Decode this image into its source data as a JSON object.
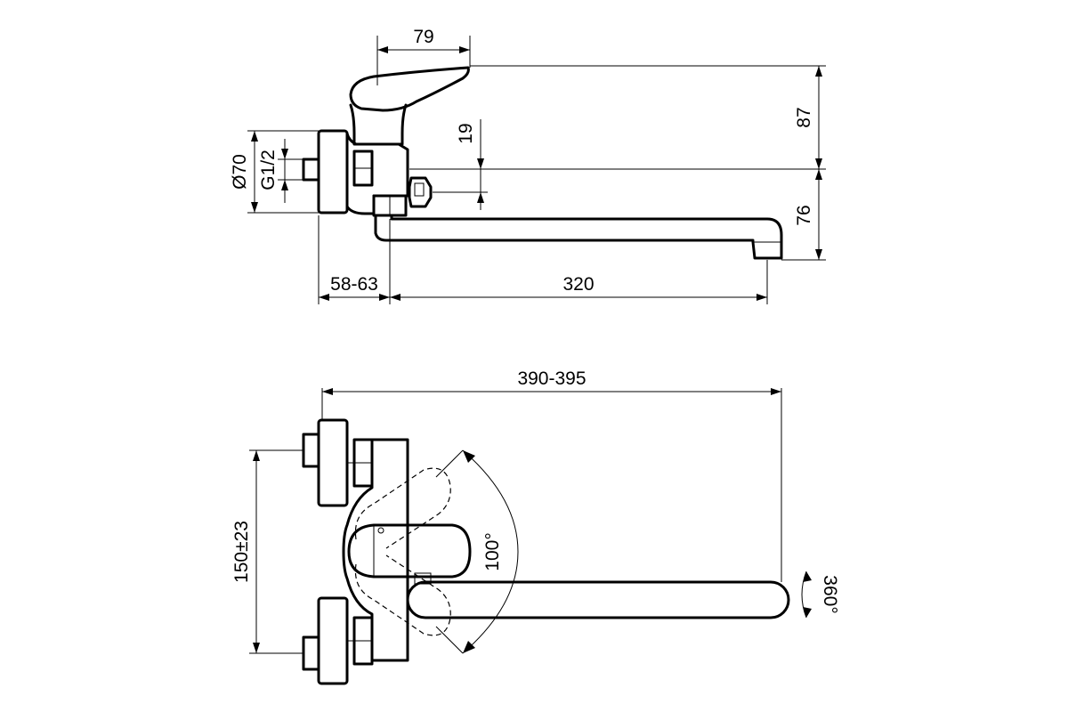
{
  "diagram": {
    "side_view": {
      "dimensions": {
        "lever_width": "79",
        "lever_height": "87",
        "spout_offset": "19",
        "diameter": "Ø70",
        "thread": "G1/2",
        "spout_drop": "76",
        "wall_offset": "58-63",
        "spout_length": "320"
      }
    },
    "top_view": {
      "dimensions": {
        "overall_width": "390-395",
        "centers": "150±23",
        "lever_rotation": "100°",
        "spout_rotation": "360°"
      }
    }
  }
}
